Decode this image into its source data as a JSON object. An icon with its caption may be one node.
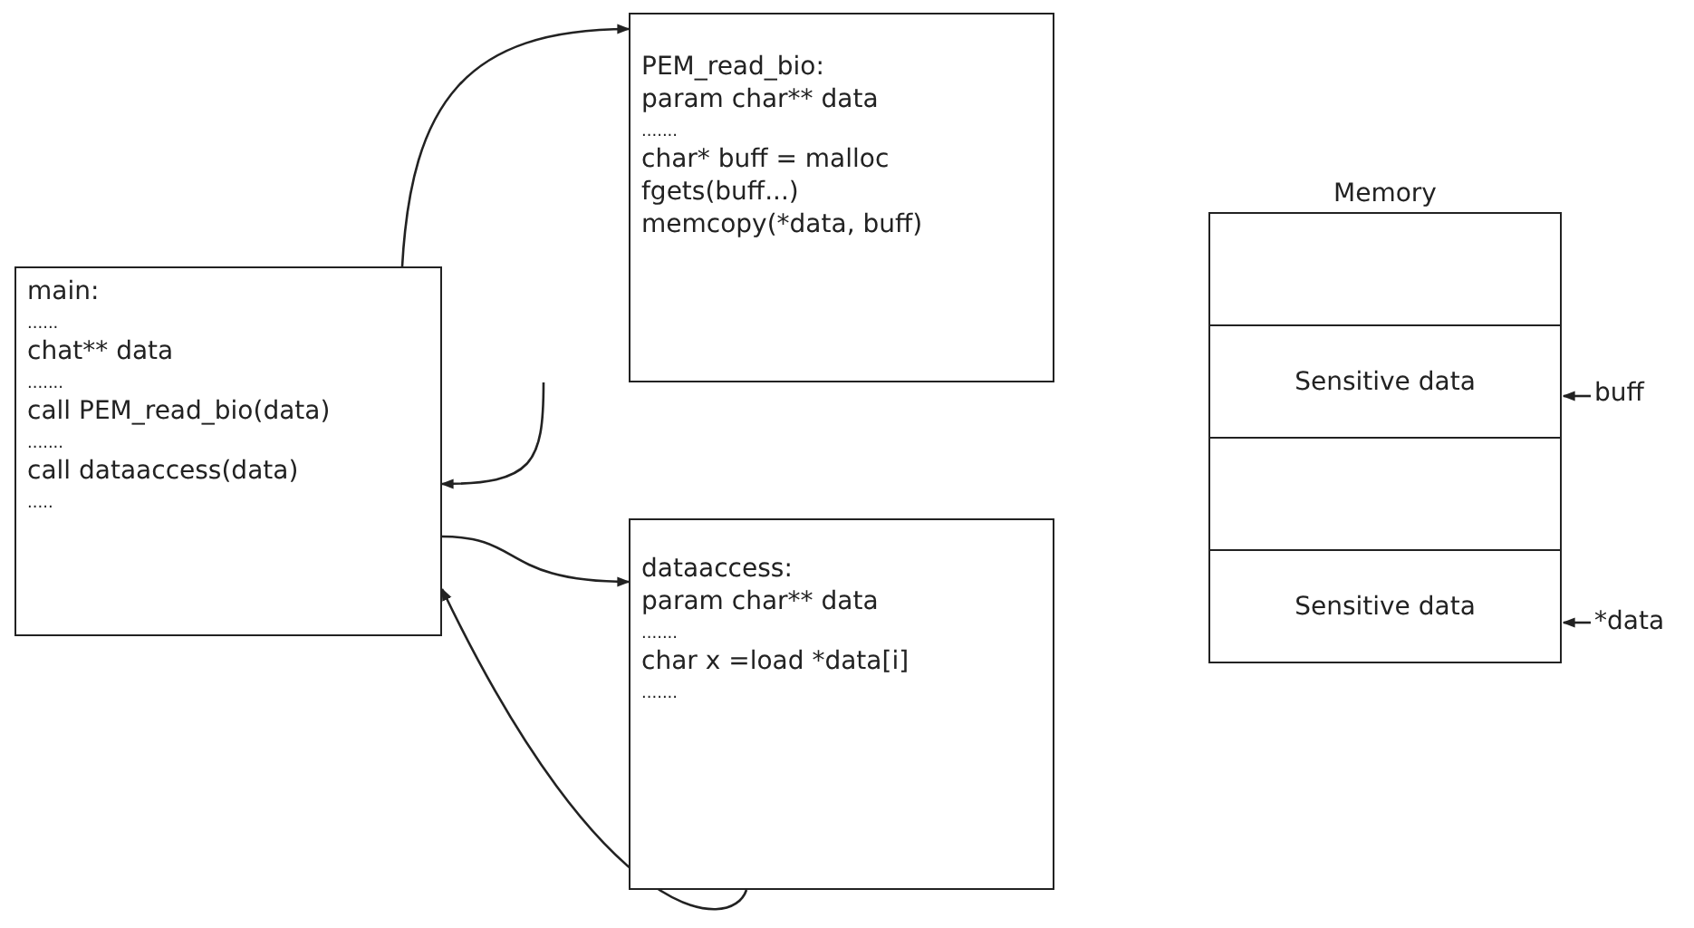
{
  "diagram": {
    "nodes": [
      {
        "text": [
          "main:",
          "......",
          "chat** data",
          ".......",
          "call PEM_read_bio(data)",
          ".......",
          "call dataaccess(data)",
          "....."
        ]
      },
      {
        "text": [
          "PEM_read_bio:",
          "param char** data",
          ".......",
          "char* buff = malloc",
          "fgets(buff...)",
          "memcopy(*data, buff)"
        ]
      },
      {
        "text": [
          "dataaccess:",
          "param char** data",
          ".......",
          "char x =load *data[i]",
          "......."
        ]
      },
      {
        "text": [
          "Memory"
        ]
      },
      {
        "text": [],
        "shape": "box",
        "in": 3
      },
      {
        "text": [
          "Sensitive data"
        ],
        "in": 3
      },
      {
        "text": [],
        "shape": "box",
        "in": 3
      },
      {
        "text": [
          "Sensitive data"
        ],
        "in": 3
      },
      {
        "text": [
          "buff"
        ]
      },
      {
        "text": [
          "*data"
        ]
      }
    ],
    "edges": [
      {
        "from": 0,
        "to": 1,
        "arrow": "to"
      },
      {
        "from": 1,
        "to": 0,
        "arrow": "to"
      },
      {
        "from": 0,
        "to": 2,
        "arrow": "to"
      },
      {
        "from": 2,
        "to": 0,
        "arrow": "to"
      },
      {
        "from": 8,
        "to": 5,
        "arrow": "to"
      },
      {
        "from": 9,
        "to": 7,
        "arrow": "to"
      }
    ]
  }
}
